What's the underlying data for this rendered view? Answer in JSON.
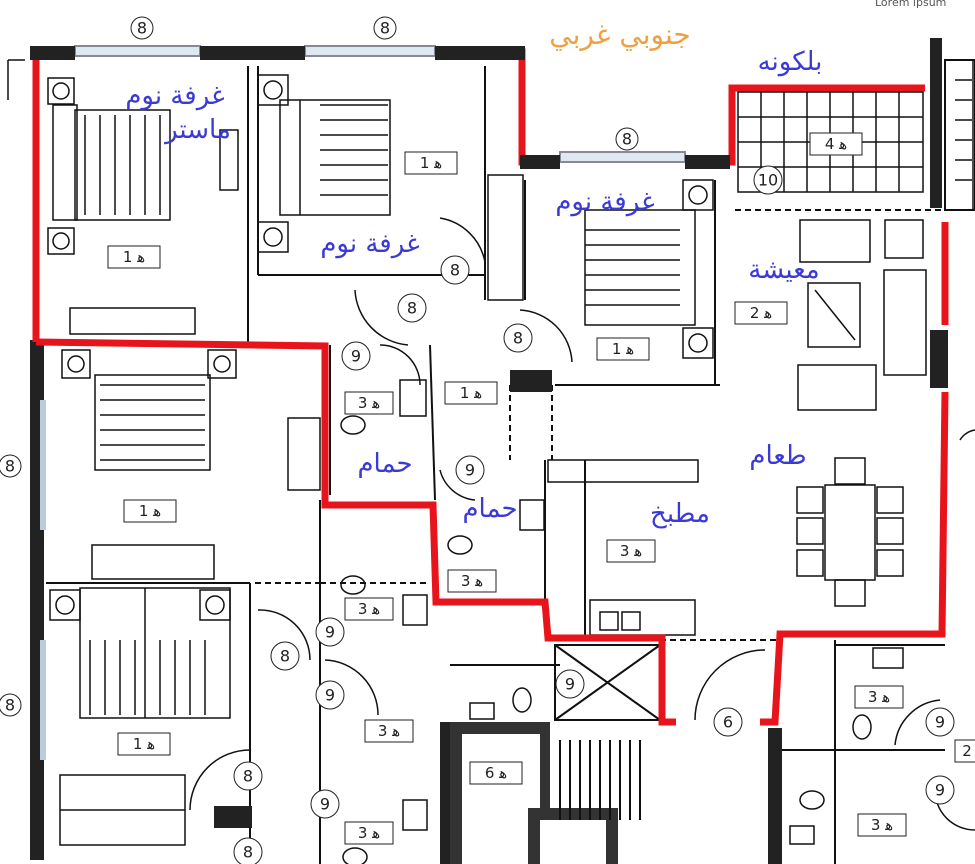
{
  "corner_text": "Lorem ipsum",
  "labels": {
    "orientation": "جنوبي غربي",
    "balcony": "بلكونه",
    "master_bedroom_1": "غرفة نوم",
    "master_bedroom_2": "ماستر",
    "bedroom_a": "غرفة نوم",
    "bedroom_b": "غرفة نوم",
    "living": "معيشة",
    "dining": "طعام",
    "kitchen": "مطبخ",
    "bath_a": "حمام",
    "bath_b": "حمام"
  },
  "door_tags": {
    "top_left": "8",
    "top_mid": "8",
    "top_right": "8",
    "bed_door_a": "8",
    "bed_door_b": "8",
    "bed_door_c": "8",
    "bath_a": "9",
    "bath_b": "9",
    "balcony": "10",
    "left_side_1": "8",
    "left_side_2": "8",
    "lower_bed": "8",
    "lower_bath_1": "9",
    "lower_bath_2": "9",
    "shaft": "9",
    "entrance": "6",
    "bottom_bed": "8",
    "bottom_bath": "9",
    "bottom_bed_2": "8",
    "right_bath_1": "9",
    "right_bath_2": "9"
  },
  "room_tags": {
    "master": "ﻫ 1",
    "bed_top": "ﻫ 1",
    "bed_right": "ﻫ 1",
    "corridor": "ﻫ 1",
    "living": "ﻫ 2",
    "balcony": "ﻫ 4",
    "bath_a": "ﻫ 3",
    "bath_b": "ﻫ 3",
    "kitchen": "ﻫ 3",
    "lower_bed": "ﻫ 1",
    "bottom_bed": "ﻫ 1",
    "lower_bath": "ﻫ 3",
    "lower_bath_2": "ﻫ 3",
    "bottom_bath": "ﻫ 3",
    "stair": "ﻫ 6",
    "right_bath": "ﻫ 3",
    "right_bath_2": "ﻫ 3",
    "edge": "2"
  },
  "colors": {
    "outline": "#e8141c",
    "label": "#3a3ad8",
    "orientation": "#f0a040"
  }
}
